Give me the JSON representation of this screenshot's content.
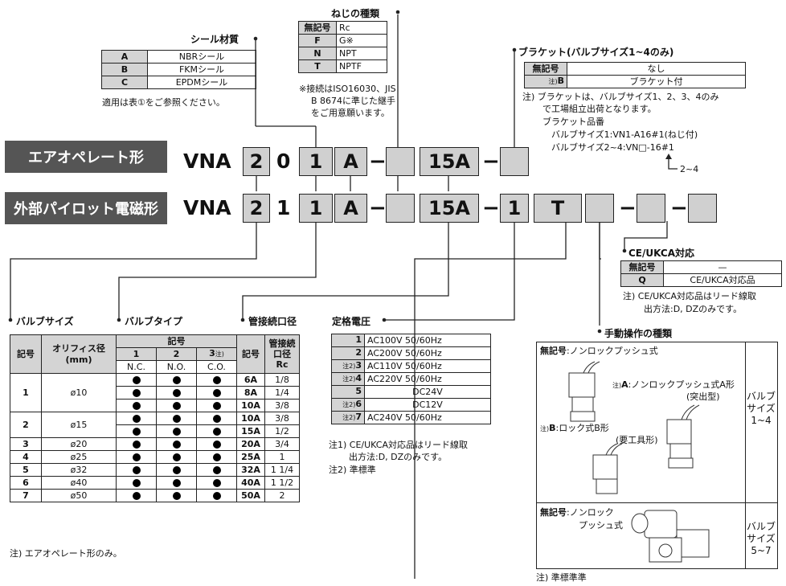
{
  "seal": {
    "title": "シール材質",
    "rows": [
      {
        "code": "A",
        "label": "NBRシール"
      },
      {
        "code": "B",
        "label": "FKMシール"
      },
      {
        "code": "C",
        "label": "EPDMシール"
      }
    ],
    "note": "適用は表①をご参照ください。"
  },
  "thread": {
    "title": "ねじの種類",
    "rows": [
      {
        "code": "無記号",
        "label": "Rc"
      },
      {
        "code": "F",
        "label": "G※"
      },
      {
        "code": "N",
        "label": "NPT"
      },
      {
        "code": "T",
        "label": "NPTF"
      }
    ],
    "note_lines": [
      "※接続はISO16030、JIS",
      "B 8674に準じた継手",
      "をご用意願います。"
    ]
  },
  "bracket": {
    "title": "ブラケット(バルブサイズ1~4のみ)",
    "rows": [
      {
        "code": "無記号",
        "label": "なし"
      },
      {
        "code": "B",
        "prefix": "注)",
        "label": "ブラケット付"
      }
    ],
    "note_lines": [
      "注) ブラケットは、バルブサイズ1、2、3、4のみ",
      "で工場組立出荷となります。",
      "ブラケット品番",
      "バルブサイズ1:VN1-A16#1(ねじ付)",
      "バルブサイズ2~4:VN□-16#1"
    ],
    "arrow_label": "2~4"
  },
  "air": {
    "banner": "エアオペレート形",
    "prefix": "VNA",
    "boxes": [
      "2",
      "1",
      "A",
      "15A"
    ],
    "fixed0": "0",
    "dash": "−"
  },
  "ext": {
    "banner": "外部パイロット電磁形",
    "prefix": "VNA",
    "boxes": [
      "2",
      "1",
      "A",
      "15A",
      "1",
      "T"
    ],
    "fixed1": "1",
    "dash": "−"
  },
  "ce": {
    "title": "CE/UKCA対応",
    "rows": [
      {
        "code": "無記号",
        "label": "—"
      },
      {
        "code": "Q",
        "label": "CE/UKCA対応品"
      }
    ],
    "note_lines": [
      "注) CE/UKCA対応品はリード線取",
      "出方法:D, DZのみです。"
    ]
  },
  "valve": {
    "titles": {
      "size": "バルブサイズ",
      "type": "バルブタイプ",
      "port": "管接続口径"
    },
    "headers": {
      "code": "記号",
      "orifice": "オリフィス径",
      "orifice_unit": "(mm)",
      "symbol": "記号",
      "t1": "1",
      "t2": "2",
      "t3": "3",
      "t3note": "注)",
      "nc": "N.C.",
      "no": "N.O.",
      "co": "C.O.",
      "port_code": "記号",
      "port_size_l1": "管接続",
      "port_size_l2": "口径",
      "port_size_l3": "Rc"
    },
    "rows": [
      {
        "size": "1",
        "orifice": "ø10",
        "port": "6A",
        "rc": "1/8"
      },
      {
        "size": "",
        "orifice": "",
        "port": "8A",
        "rc": "1/4"
      },
      {
        "size": "",
        "orifice": "",
        "port": "10A",
        "rc": "3/8"
      },
      {
        "size": "2",
        "orifice": "ø15",
        "port": "10A",
        "rc": "3/8"
      },
      {
        "size": "",
        "orifice": "",
        "port": "15A",
        "rc": "1/2"
      },
      {
        "size": "3",
        "orifice": "ø20",
        "port": "20A",
        "rc": "3/4"
      },
      {
        "size": "4",
        "orifice": "ø25",
        "port": "25A",
        "rc": "1"
      },
      {
        "size": "5",
        "orifice": "ø32",
        "port": "32A",
        "rc": "1 1/4"
      },
      {
        "size": "6",
        "orifice": "ø40",
        "port": "40A",
        "rc": "1 1/2"
      },
      {
        "size": "7",
        "orifice": "ø50",
        "port": "50A",
        "rc": "2"
      }
    ],
    "note": "注) エアオペレート形のみ。"
  },
  "voltage": {
    "title": "定格電圧",
    "rows": [
      {
        "note": "",
        "code": "1",
        "label": "AC100V 50/60Hz"
      },
      {
        "note": "",
        "code": "2",
        "label": "AC200V 50/60Hz"
      },
      {
        "note": "注2)",
        "code": "3",
        "label": "AC110V 50/60Hz"
      },
      {
        "note": "注2)",
        "code": "4",
        "label": "AC220V 50/60Hz"
      },
      {
        "note": "",
        "code": "5",
        "label": "DC24V"
      },
      {
        "note": "注2)",
        "code": "6",
        "label": "DC12V"
      },
      {
        "note": "注2)",
        "code": "7",
        "label": "AC240V 50/60Hz"
      }
    ],
    "note_lines": [
      "注1) CE/UKCA対応品はリード線取",
      "出方法:D, DZのみです。",
      "注2) 準標準"
    ]
  },
  "manual": {
    "title": "手動操作の種類",
    "top_label_bold": "無記号",
    "top_label": ":ノンロックプッシュ式",
    "a_note": "注)",
    "a_bold": "A",
    "a_label": ":ノンロックプッシュ式A形",
    "a_sub": "(突出型)",
    "b_note": "注)",
    "b_bold": "B",
    "b_label": ":ロック式B形",
    "b_sub": "(要工具形)",
    "size_top": [
      "バルブ",
      "サイズ",
      "1~4"
    ],
    "bottom_label_bold": "無記号",
    "bottom_label": ":ノンロック",
    "bottom_label2": "プッシュ式",
    "size_bottom": [
      "バルブ",
      "サイズ",
      "5~7"
    ],
    "note": "注) 準標準準"
  }
}
